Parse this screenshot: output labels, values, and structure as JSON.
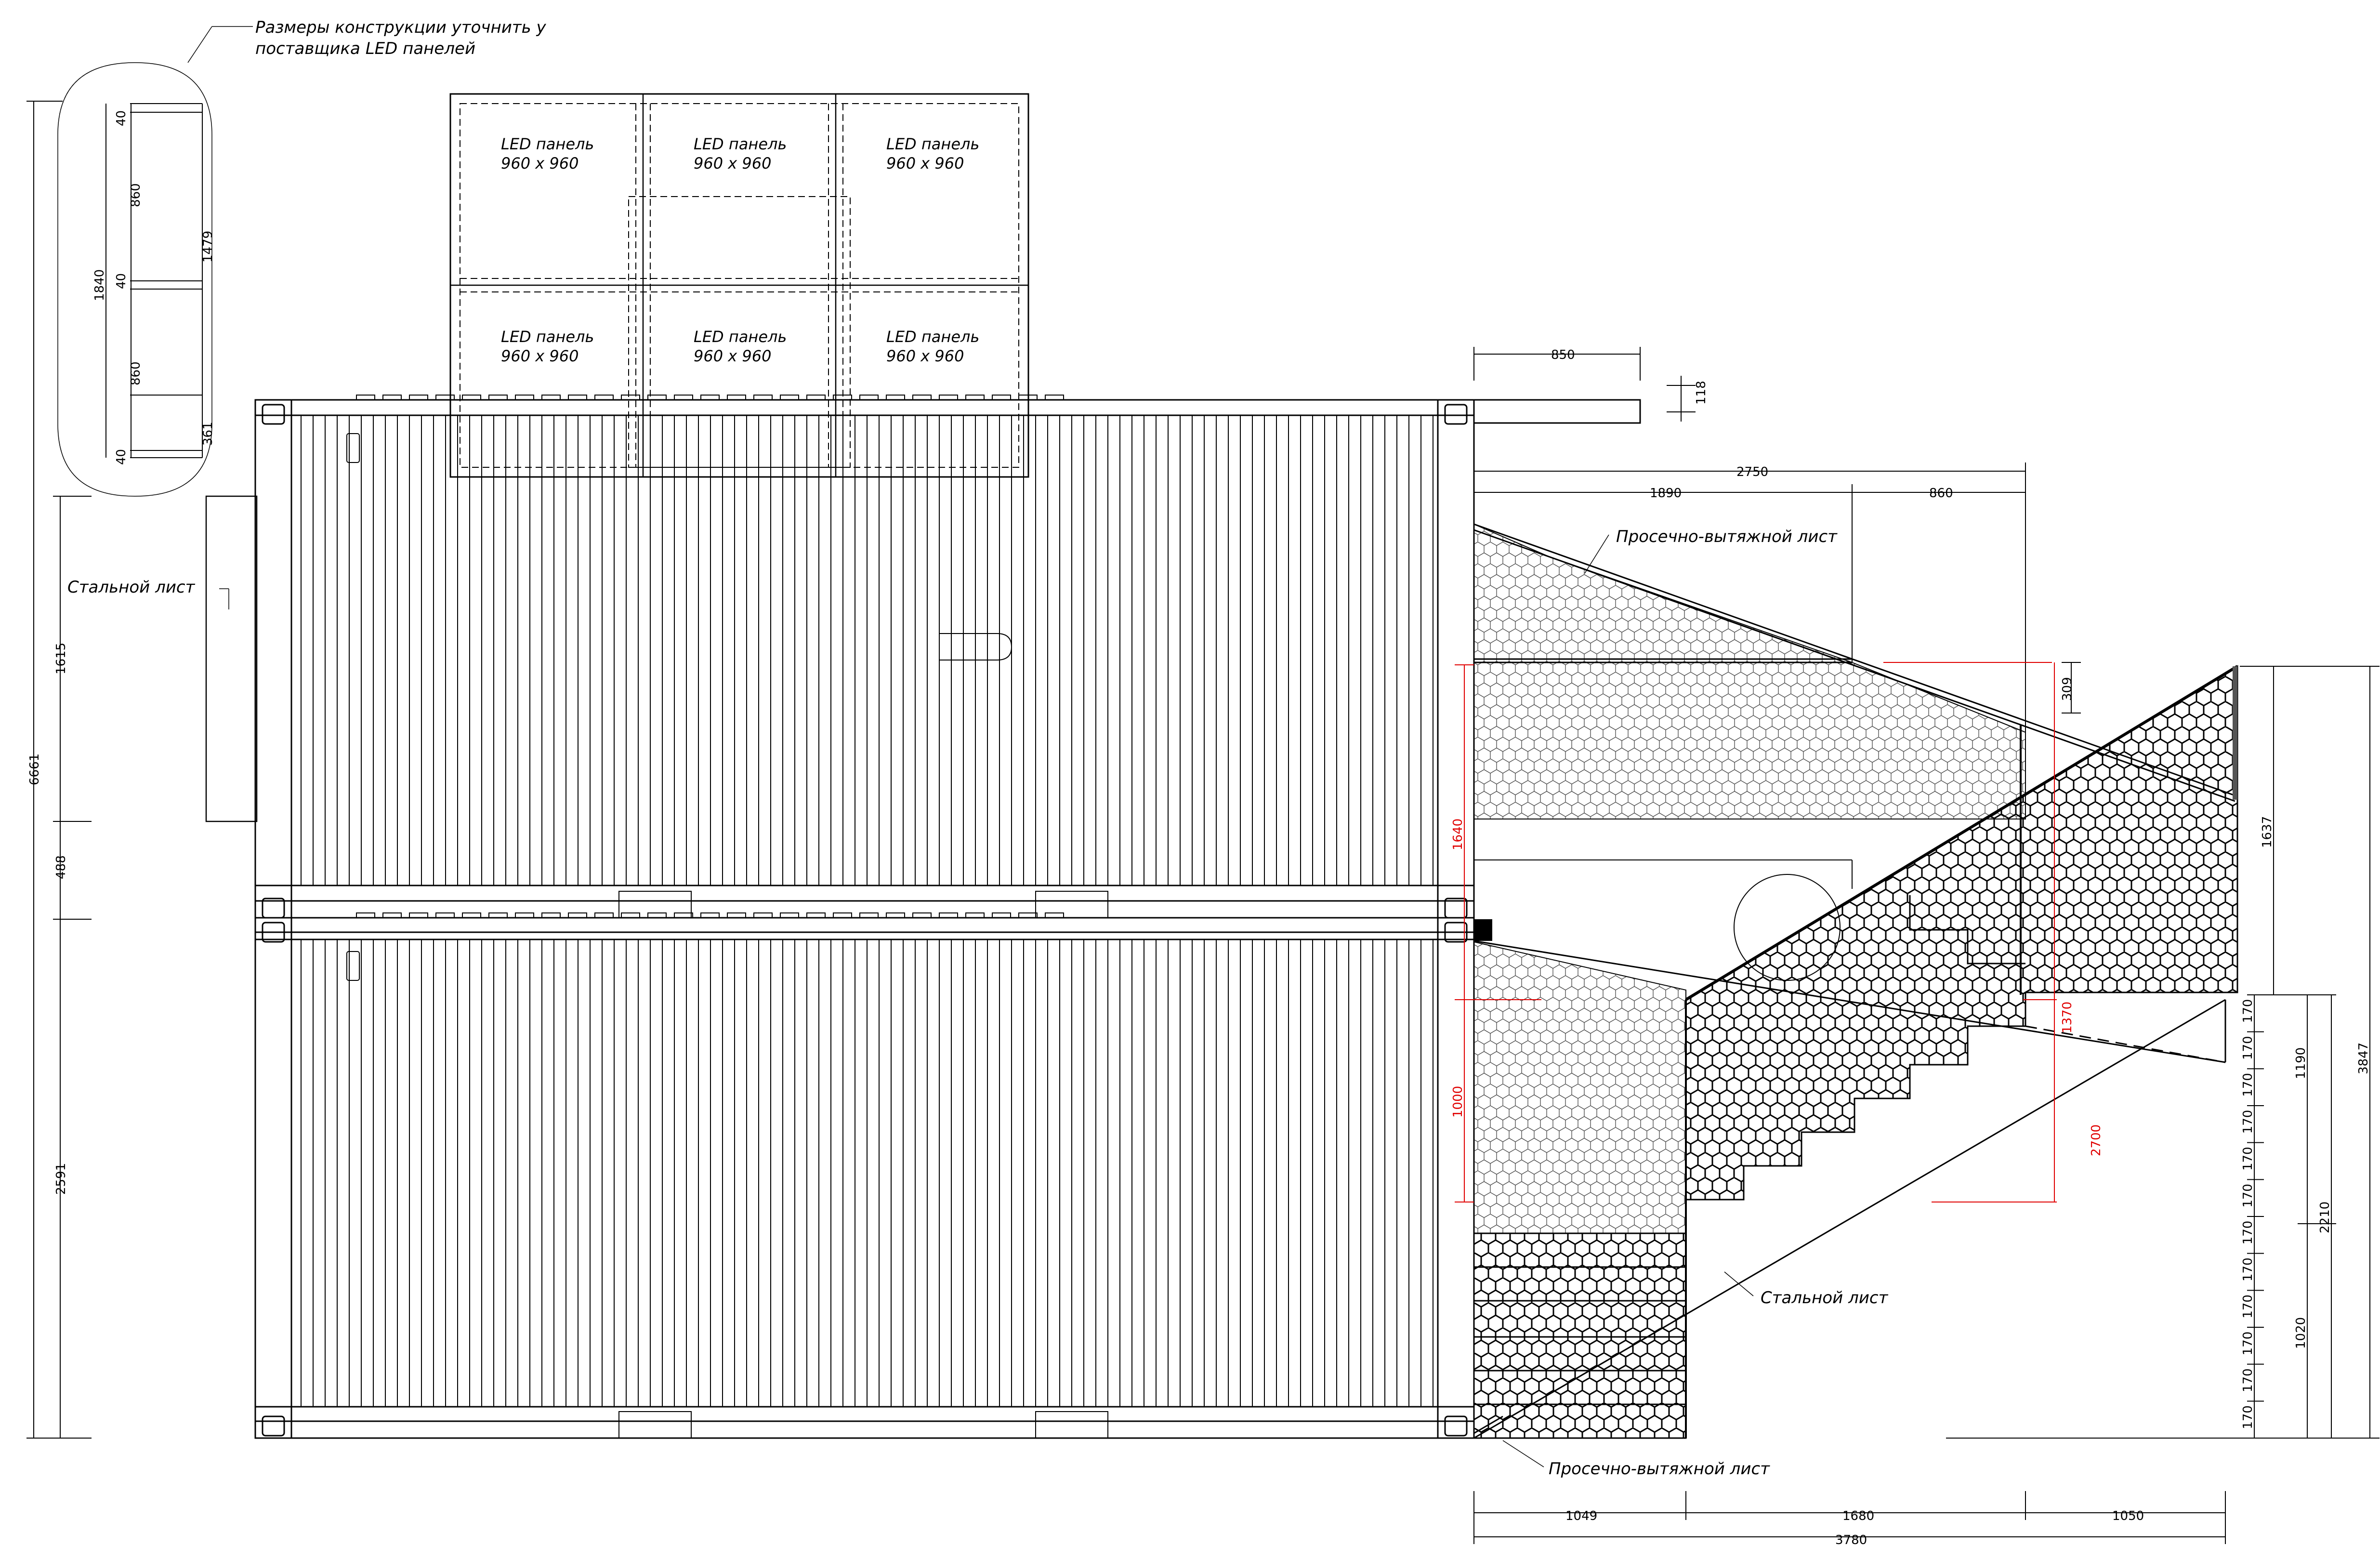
{
  "notes": {
    "supplier_note_line1": "Размеры конструкции уточнить у",
    "supplier_note_line2": "поставщика LED панелей",
    "steel_sheet_left": "Стальной лист",
    "expanded_sheet_top": "Просечно-вытяжной лист",
    "steel_sheet_right": "Стальной лист",
    "expanded_sheet_bottom": "Просечно-вытяжной лист"
  },
  "led_panels": [
    {
      "label": "LED панель",
      "size": "960 x 960"
    },
    {
      "label": "LED панель",
      "size": "960 x 960"
    },
    {
      "label": "LED панель",
      "size": "960 x 960"
    },
    {
      "label": "LED панель",
      "size": "960 x 960"
    },
    {
      "label": "LED панель",
      "size": "960 x 960"
    },
    {
      "label": "LED панель",
      "size": "960 x 960"
    }
  ],
  "dims": {
    "detail_40a": "40",
    "detail_860a": "860",
    "detail_40b": "40",
    "detail_860b": "860",
    "detail_40c": "40",
    "detail_1840": "1840",
    "detail_1479": "1479",
    "detail_361": "361",
    "total_6661": "6661",
    "left_1615": "1615",
    "left_488": "488",
    "left_2591": "2591",
    "top_850": "850",
    "top_118": "118",
    "top_2750": "2750",
    "top_1890": "1890",
    "top_860": "860",
    "red_1640": "1640",
    "red_1000": "1000",
    "red_1370": "1370",
    "red_2700": "2700",
    "side_309": "309",
    "side_1637": "1637",
    "side_3847": "3847",
    "side_1190": "1190",
    "side_2210": "2210",
    "side_1020": "1020",
    "steps": [
      "170",
      "170",
      "170",
      "170",
      "170",
      "170",
      "170",
      "170",
      "170",
      "170",
      "170",
      "170"
    ],
    "bottom_1049": "1049",
    "bottom_1680": "1680",
    "bottom_1050": "1050",
    "bottom_3780": "3780"
  },
  "colors": {
    "line": "#000000",
    "dimension_red": "#e00000",
    "mesh": "#000000"
  }
}
